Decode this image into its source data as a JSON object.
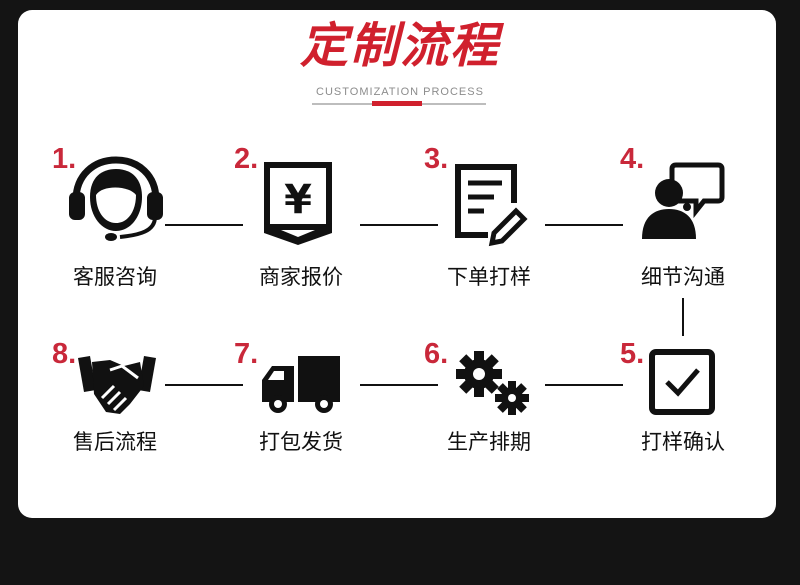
{
  "header": {
    "title": "定制流程",
    "subtitle": "CUSTOMIZATION PROCESS"
  },
  "colors": {
    "accent": "#d0202d",
    "number": "#c9283a",
    "ink": "#111111",
    "background": "#141414"
  },
  "steps": [
    {
      "num": "1.",
      "label": "客服咨询",
      "icon": "headset-agent-icon"
    },
    {
      "num": "2.",
      "label": "商家报价",
      "icon": "yen-price-icon"
    },
    {
      "num": "3.",
      "label": "下单打样",
      "icon": "order-form-icon"
    },
    {
      "num": "4.",
      "label": "细节沟通",
      "icon": "chat-person-icon"
    },
    {
      "num": "5.",
      "label": "打样确认",
      "icon": "checkbox-icon"
    },
    {
      "num": "6.",
      "label": "生产排期",
      "icon": "gears-icon"
    },
    {
      "num": "7.",
      "label": "打包发货",
      "icon": "truck-icon"
    },
    {
      "num": "8.",
      "label": "售后流程",
      "icon": "handshake-icon"
    }
  ]
}
